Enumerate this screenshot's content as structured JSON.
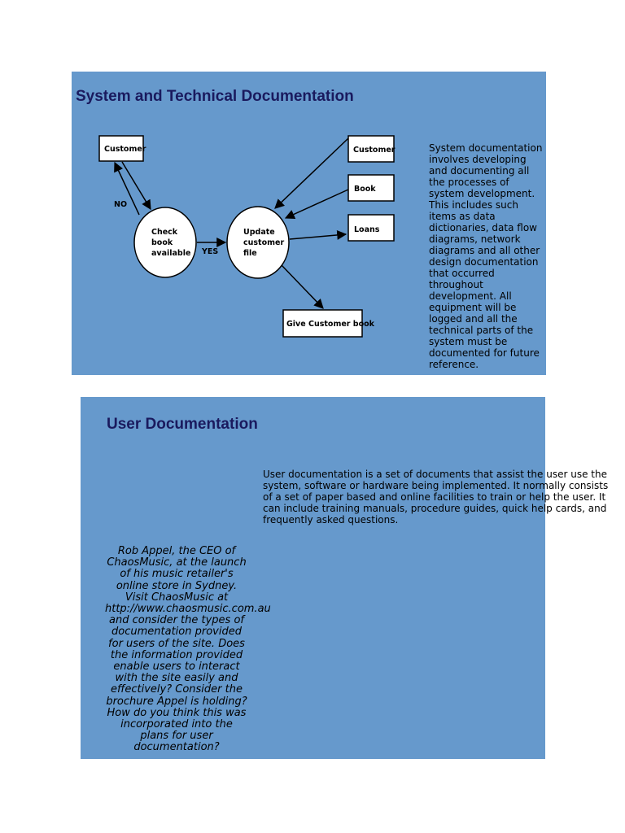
{
  "slide1": {
    "title": "System and Technical Documentation",
    "diagram": {
      "customer_left": "Customer",
      "check_line1": "Check",
      "check_line2": "book",
      "check_line3": "available",
      "update_line1": "Update",
      "update_line2": "customer",
      "update_line3": "file",
      "customer_right": "Customer",
      "book": "Book",
      "loans": "Loans",
      "give_book": "Give Customer book",
      "no_label": "NO",
      "yes_label": "YES"
    },
    "body": "System documentation involves developing and documenting all the processes of system development. This includes such items as data dictionaries, data flow diagrams, network diagrams and all other design documentation that occurred throughout development. All equipment will be logged and all the technical parts of the system must be documented for future reference."
  },
  "slide2": {
    "title": "User Documentation",
    "body": "User documentation is a set of documents that assist the user use the system, software or hardware being implemented. It normally consists of a set of paper based and online facilities to train or help the user. It can include training manuals, procedure guides, quick help cards, and frequently asked questions.",
    "caption": "Rob Appel, the CEO of ChaosMusic, at the launch of his music retailer's online store in Sydney. Visit ChaosMusic at http://www.chaosmusic.com.au and consider the types of documentation provided for users of the site. Does the information provided enable users to interact with the site easily and effectively? Consider the brochure Appel is holding? How do you think this was incorporated into the plans for user documentation?"
  }
}
